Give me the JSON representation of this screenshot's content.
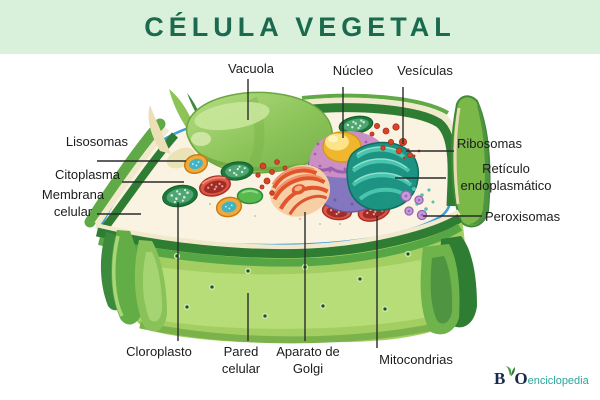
{
  "header": {
    "title": "CÉLULA VEGETAL"
  },
  "palette": {
    "banner_bg": "#d9f1da",
    "banner_text": "#1b6a4f",
    "label_text": "#1c1c1c",
    "leader_line": "#2b2b2b",
    "wall_dark_green": "#2e7d32",
    "wall_mid_green": "#57a646",
    "wall_light_green": "#a3cf62",
    "wall_cream_stripe": "#f1e9cc",
    "cytoplasm_cream": "#faf3e2",
    "membrane_blue": "#3f9fd8",
    "vacuole_green": "#8cc45a",
    "nucleus_purple": "#8577bf",
    "nucleus_pink": "#cb8fc6",
    "nucleolus_gold": "#f0b62e",
    "er_teal": "#1d9383",
    "golgi_orange": "#e2542b",
    "mitochondria_red": "#df5546",
    "chloroplast_green": "#1c7a3a",
    "lysosome_gold": "#f0a93c",
    "lysosome_core_teal": "#3eb4c4",
    "peroxisome_lilac": "#c79ad9",
    "vesicle_red": "#d6452a",
    "logo_navy": "#16294e",
    "logo_teal": "#2aa79b"
  },
  "diagram": {
    "subject": "Plant cell cutaway illustration with labeled organelles",
    "labels": [
      {
        "id": "vacuola",
        "text": "Vacuola"
      },
      {
        "id": "lisosomas",
        "text": "Lisosomas"
      },
      {
        "id": "citoplasma",
        "text": "Citoplasma"
      },
      {
        "id": "membrana-celular",
        "text": "Membrana celular"
      },
      {
        "id": "nucleo",
        "text": "Núcleo"
      },
      {
        "id": "vesiculas",
        "text": "Vesículas"
      },
      {
        "id": "ribosomas",
        "text": "Ribosomas"
      },
      {
        "id": "reticulo-endoplasmatico",
        "text": "Retículo endoplasmático"
      },
      {
        "id": "peroxisomas",
        "text": "Peroxisomas"
      },
      {
        "id": "cloroplasto",
        "text": "Cloroplasto"
      },
      {
        "id": "pared-celular",
        "text": "Pared celular"
      },
      {
        "id": "aparato-de-golgi",
        "text": "Aparato de Golgi"
      },
      {
        "id": "mitocondrias",
        "text": "Mitocondrias"
      }
    ]
  },
  "watermark": {
    "b": "B",
    "o": "O",
    "rest": "enciclopedia",
    "leaf_icon": "leaf-icon"
  }
}
